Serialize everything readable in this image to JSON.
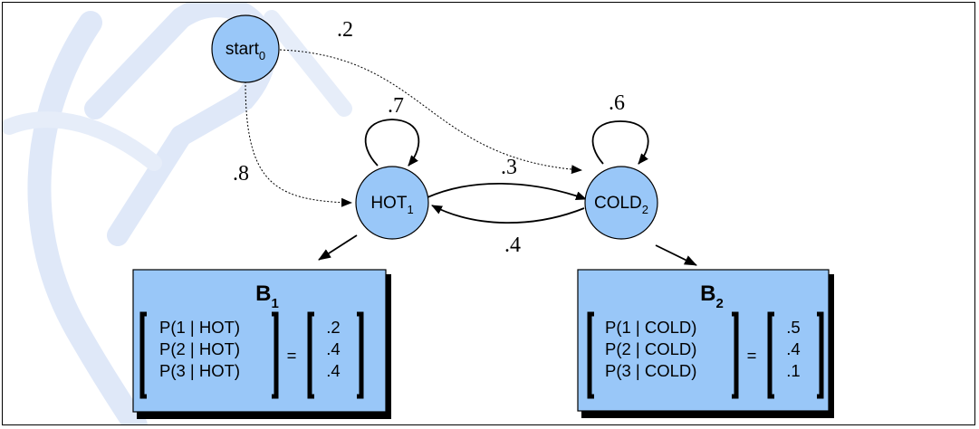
{
  "states": {
    "start": {
      "label": "start",
      "sub": "0"
    },
    "hot": {
      "label": "HOT",
      "sub": "1"
    },
    "cold": {
      "label": "COLD",
      "sub": "2"
    }
  },
  "transitions": {
    "start_to_cold": ".2",
    "start_to_hot": ".8",
    "hot_self": ".7",
    "cold_self": ".6",
    "hot_to_cold": ".3",
    "cold_to_hot": ".4"
  },
  "emissions": {
    "b1": {
      "title": "B",
      "sub": "1",
      "rows": [
        "P(1 | HOT)",
        "P(2 | HOT)",
        "P(3 | HOT)"
      ],
      "equals": "=",
      "values": [
        ".2",
        ".4",
        ".4"
      ]
    },
    "b2": {
      "title": "B",
      "sub": "2",
      "rows": [
        "P(1 | COLD)",
        "P(2 | COLD)",
        "P(3 | COLD)"
      ],
      "equals": "=",
      "values": [
        ".5",
        ".4",
        ".1"
      ]
    }
  },
  "colors": {
    "node_fill": "#99c7f8",
    "box_fill": "#99c7f8",
    "watermark": "#dfe8f8"
  }
}
